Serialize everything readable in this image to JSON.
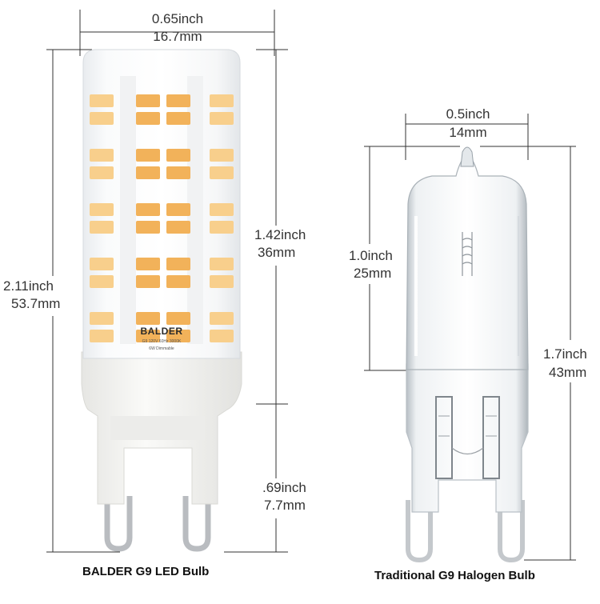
{
  "led_bulb": {
    "caption": "BALDER G9 LED Bulb",
    "brand": "BALDER",
    "fine_print_1": "G9 120V 60Hz 3000K",
    "fine_print_2": "6W Dimmable",
    "width": {
      "inch": "0.65inch",
      "mm": "16.7mm"
    },
    "total_height": {
      "inch": "2.11inch",
      "mm": "53.7mm"
    },
    "body_height": {
      "inch": "1.42inch",
      "mm": "36mm"
    },
    "base_height": {
      "inch": ".69inch",
      "mm": "7.7mm"
    }
  },
  "halogen_bulb": {
    "caption": "Traditional G9 Halogen Bulb",
    "width": {
      "inch": "0.5inch",
      "mm": "14mm"
    },
    "glass_height": {
      "inch": "1.0inch",
      "mm": "25mm"
    },
    "total_height": {
      "inch": "1.7inch",
      "mm": "43mm"
    }
  },
  "colors": {
    "led_chip": "#f2b25a",
    "led_chip_light": "#f8cf8c",
    "line": "#333333",
    "ceramic": "#f3f3f1",
    "glass_edge": "#c9cfd4"
  }
}
